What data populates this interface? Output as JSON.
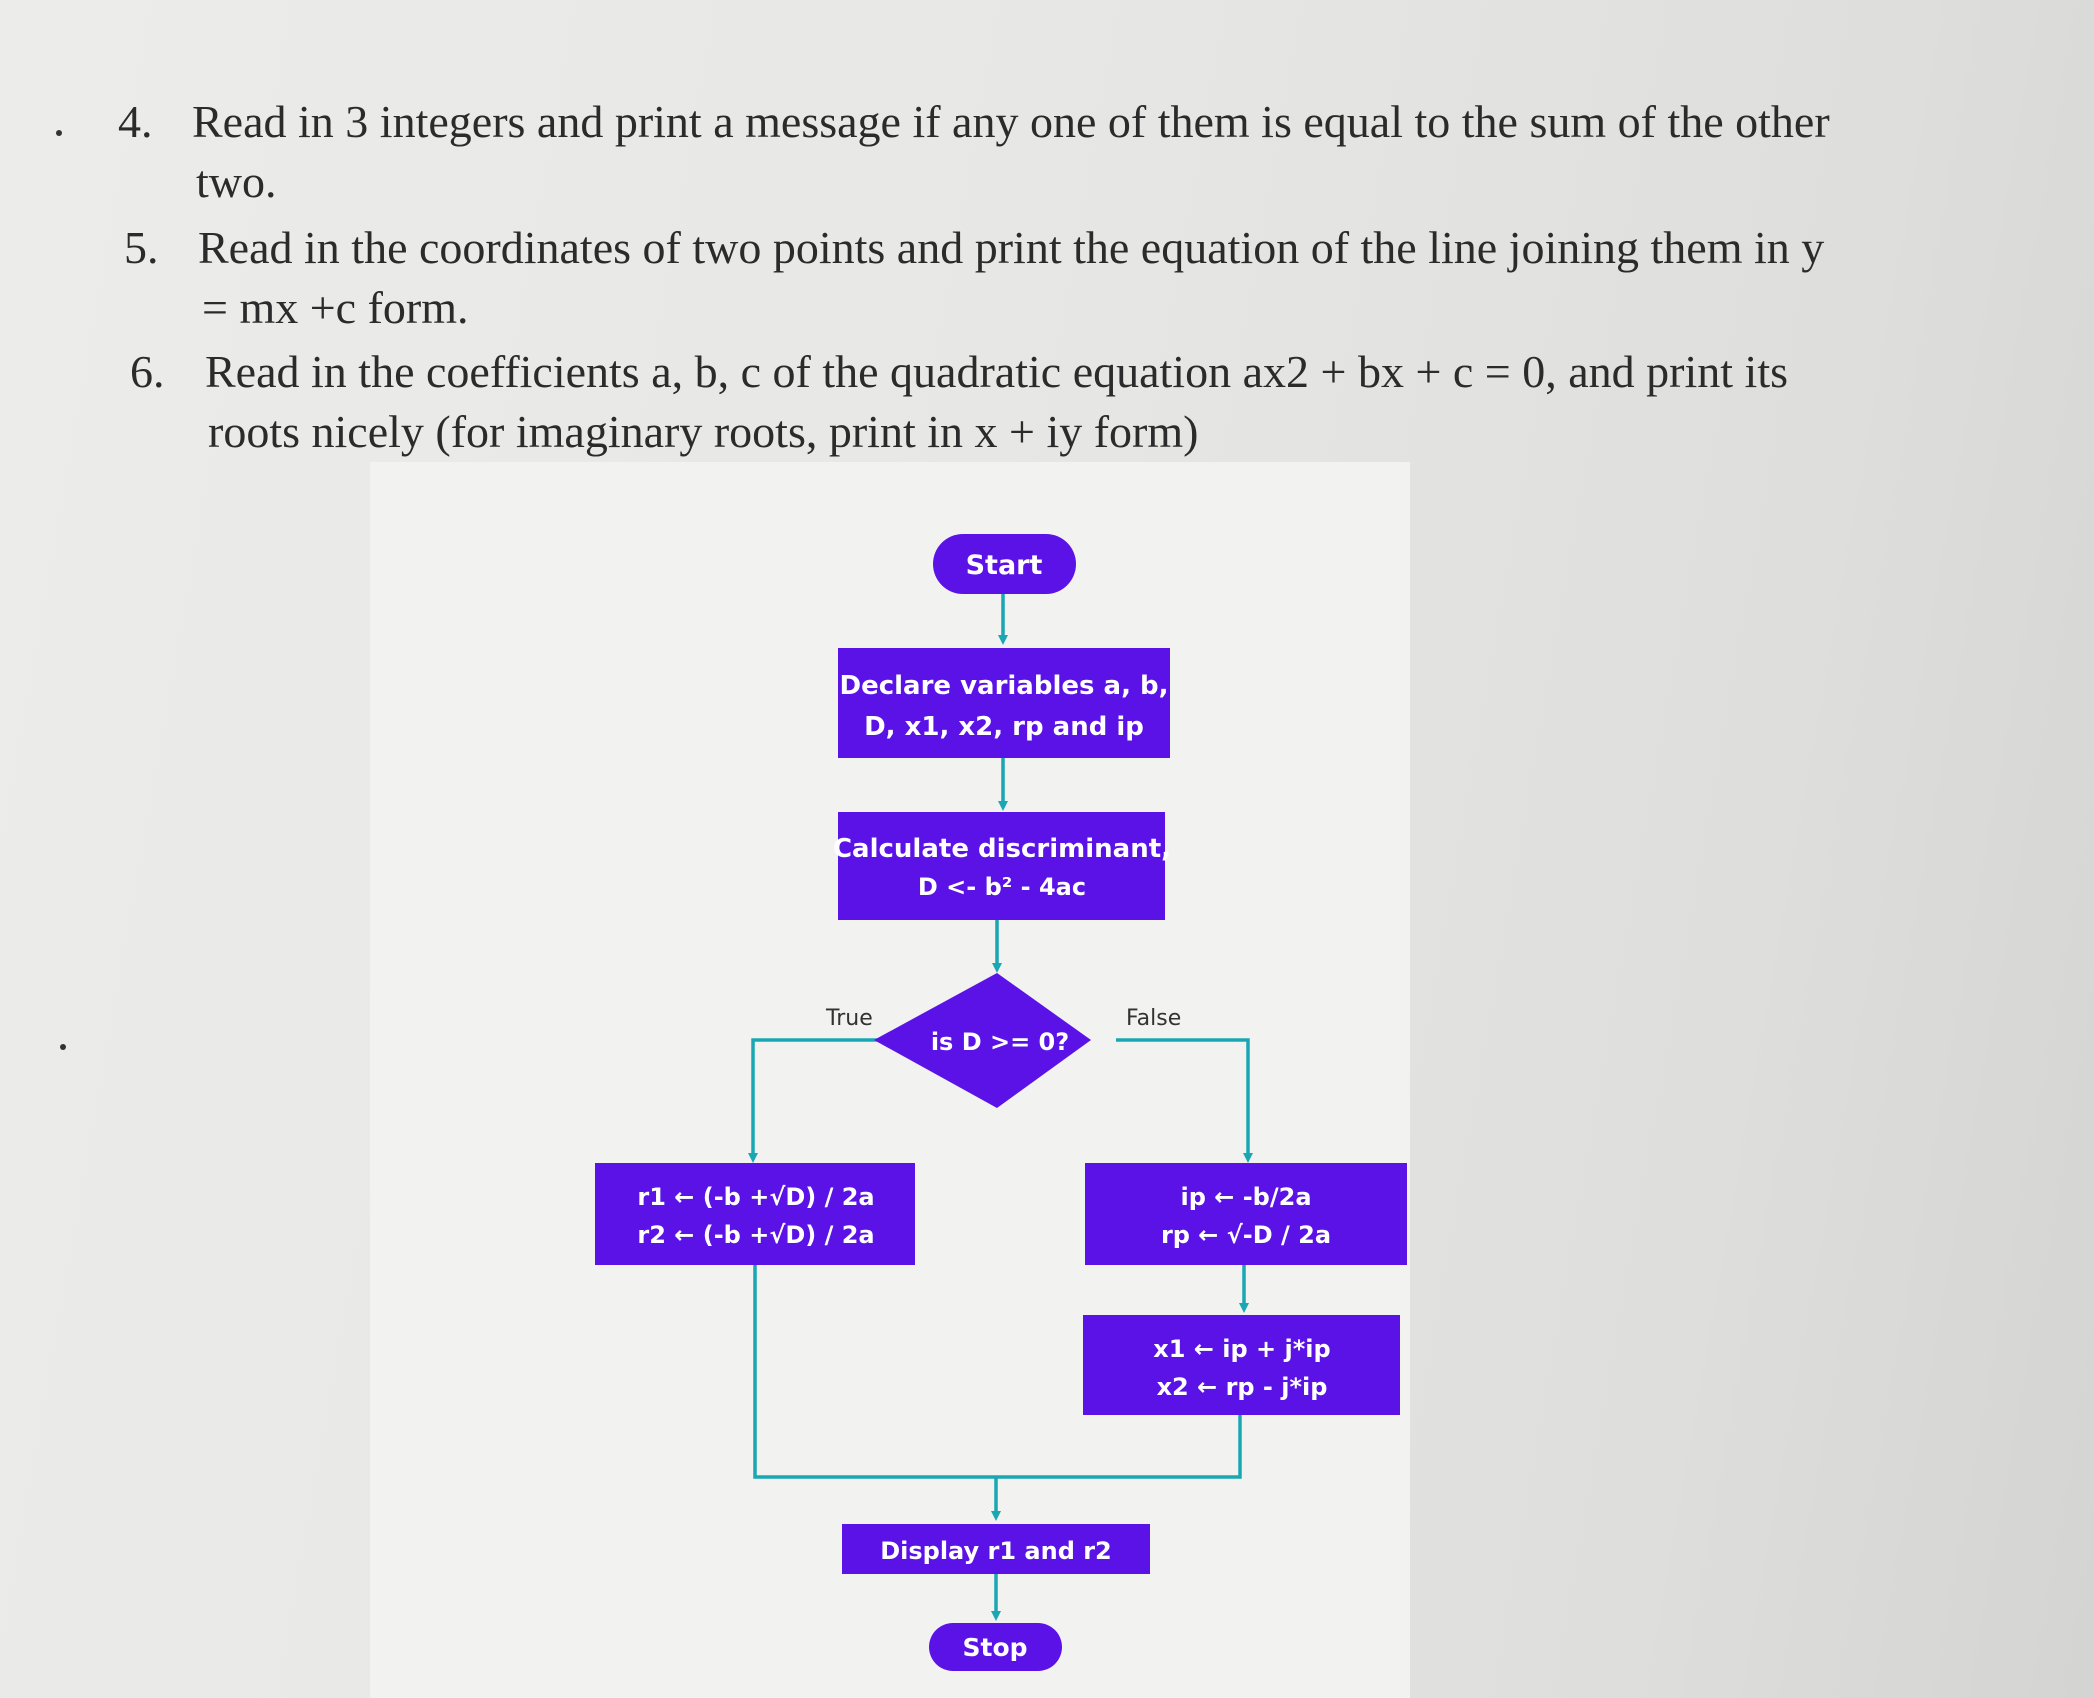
{
  "questions": [
    {
      "number": "4.",
      "lines": [
        "Read in 3 integers and print a message if any one of them is equal to the sum of the other",
        "two."
      ]
    },
    {
      "number": "5.",
      "lines": [
        "Read in the coordinates of two points and print the equation of the line joining them in y",
        "= mx +c form."
      ]
    },
    {
      "number": "6.",
      "lines": [
        "Read in the coefficients a, b, c of the quadratic equation ax2 + bx + c = 0, and print its",
        "roots nicely (for imaginary roots, print in x + iy form)"
      ]
    }
  ],
  "flowchart": {
    "start": "Start",
    "declare": [
      "Declare variables a, b,",
      "D, x1, x2, rp and ip"
    ],
    "discriminant": [
      "Calculate discriminant,",
      "D <- b² - 4ac"
    ],
    "decision": "is D >= 0?",
    "true_label": "True",
    "false_label": "False",
    "real_roots": [
      "r1 ← (-b +√D) / 2a",
      "r2 ← (-b +√D) / 2a"
    ],
    "imag_parts": [
      "ip ← -b/2a",
      "rp ← √-D / 2a"
    ],
    "complex_roots": [
      "x1 ← ip + j*ip",
      "x2 ← rp - j*ip"
    ],
    "display": "Display r1 and r2",
    "stop": "Stop"
  },
  "colors": {
    "node_fill": "#5b12e6",
    "connector": "#1aa7b4",
    "text": "#2b2b2b"
  }
}
